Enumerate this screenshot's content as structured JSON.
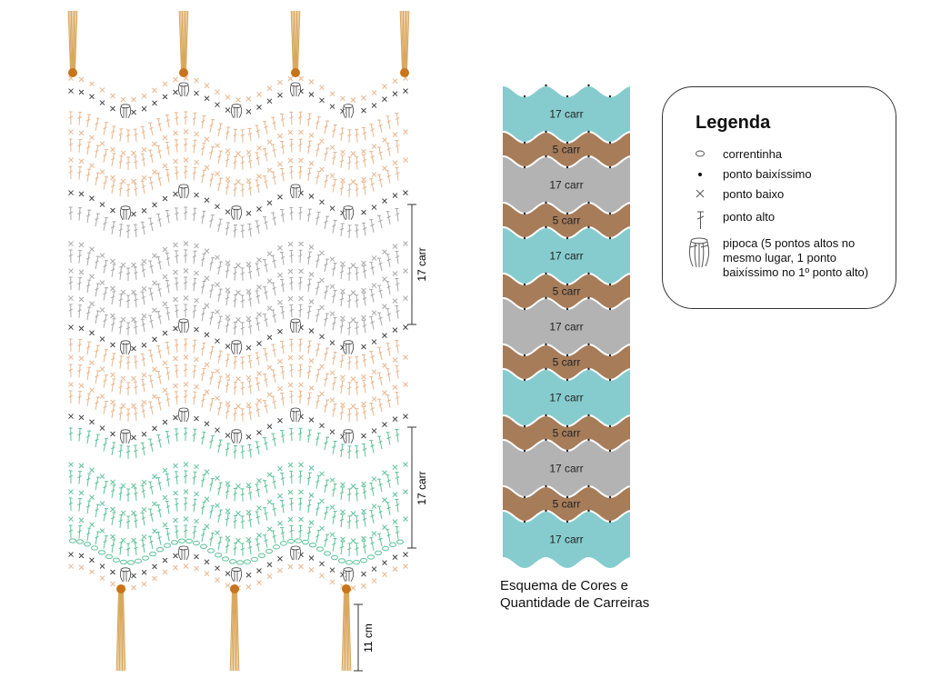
{
  "legend": {
    "title": "Legenda",
    "items": [
      {
        "icon": "chain-oval-icon",
        "label": "correntinha"
      },
      {
        "icon": "slip-stitch-dot-icon",
        "label": "ponto baixíssimo"
      },
      {
        "icon": "single-crochet-x-icon",
        "label": "ponto baixo"
      },
      {
        "icon": "double-crochet-t-icon",
        "label": "ponto alto"
      },
      {
        "icon": "popcorn-stitch-icon",
        "label": "pipoca (5 pontos altos no mesmo lugar, 1 ponto baixíssimo no 1º ponto alto)"
      }
    ]
  },
  "color_scheme": {
    "caption_line1": "Esquema de Cores e",
    "caption_line2": "Quantidade de Carreiras",
    "bands": [
      {
        "label": "17 carr",
        "rows": 17,
        "color": "#86cccf"
      },
      {
        "label": "5 carr",
        "rows": 5,
        "color": "#a67c59"
      },
      {
        "label": "17 carr",
        "rows": 17,
        "color": "#b3b3b3"
      },
      {
        "label": "5 carr",
        "rows": 5,
        "color": "#a67c59"
      },
      {
        "label": "17 carr",
        "rows": 17,
        "color": "#86cccf"
      },
      {
        "label": "5 carr",
        "rows": 5,
        "color": "#a67c59"
      },
      {
        "label": "17 carr",
        "rows": 17,
        "color": "#b3b3b3"
      },
      {
        "label": "5 carr",
        "rows": 5,
        "color": "#a67c59"
      },
      {
        "label": "17 carr",
        "rows": 17,
        "color": "#86cccf"
      },
      {
        "label": "5 carr",
        "rows": 5,
        "color": "#a67c59"
      },
      {
        "label": "17 carr",
        "rows": 17,
        "color": "#b3b3b3"
      },
      {
        "label": "5 carr",
        "rows": 5,
        "color": "#a67c59"
      },
      {
        "label": "17 carr",
        "rows": 17,
        "color": "#86cccf"
      }
    ]
  },
  "dimensions": {
    "gray_section": "17 carr",
    "green_section": "17 carr",
    "fringe_length": "11 cm"
  },
  "colors": {
    "orange": "#eab58c",
    "dark": "#454545",
    "gray": "#a9a9a9",
    "green": "#5fc29c",
    "fringe": "#d9a85f",
    "tassel_knot": "#c8741a"
  }
}
